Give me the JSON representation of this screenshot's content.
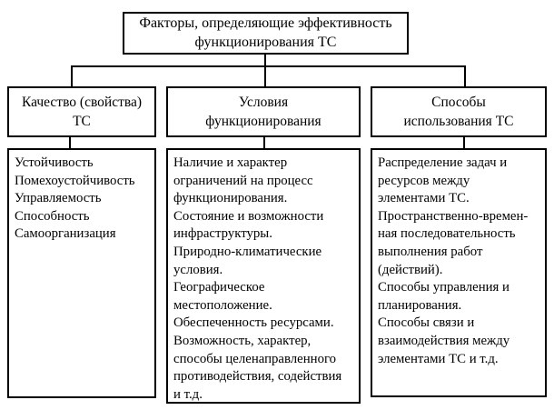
{
  "diagram": {
    "root_lines": [
      "Факторы, определяющие эффективность",
      "функционирования ТС"
    ],
    "columns": [
      {
        "id": "quality",
        "header_lines": [
          "Качество (свойства)",
          "ТС"
        ],
        "detail_lines": [
          "Устойчивость",
          "Помехоустойчивость",
          "Управляемость",
          "Способность",
          "Самоорганизация"
        ]
      },
      {
        "id": "conditions",
        "header_lines": [
          "Условия",
          "функционирования"
        ],
        "detail_lines": [
          "Наличие и характер",
          "ограничений на процесс",
          "функционирования.",
          "Состояние и возможности",
          "инфраструктуры.",
          "Природно-климатические",
          "условия.",
          "Географическое",
          "местоположение.",
          "Обеспеченность ресурсами.",
          "Возможность, характер,",
          "способы целенаправленного",
          "противодействия, содействия",
          "и т.д."
        ]
      },
      {
        "id": "usage",
        "header_lines": [
          "Способы",
          "использования ТС"
        ],
        "detail_lines": [
          "Распределение задач и",
          "ресурсов между",
          "элементами ТС.",
          "Пространственно-времен-",
          "ная последовательность",
          "выполнения работ",
          "(действий).",
          "Способы управления и",
          "планирования.",
          "Способы связи и",
          "взаимодействия между",
          "элементами ТС и т.д."
        ]
      }
    ],
    "colors": {
      "border": "#000000",
      "line": "#000000",
      "background": "#ffffff",
      "text": "#000000"
    }
  }
}
